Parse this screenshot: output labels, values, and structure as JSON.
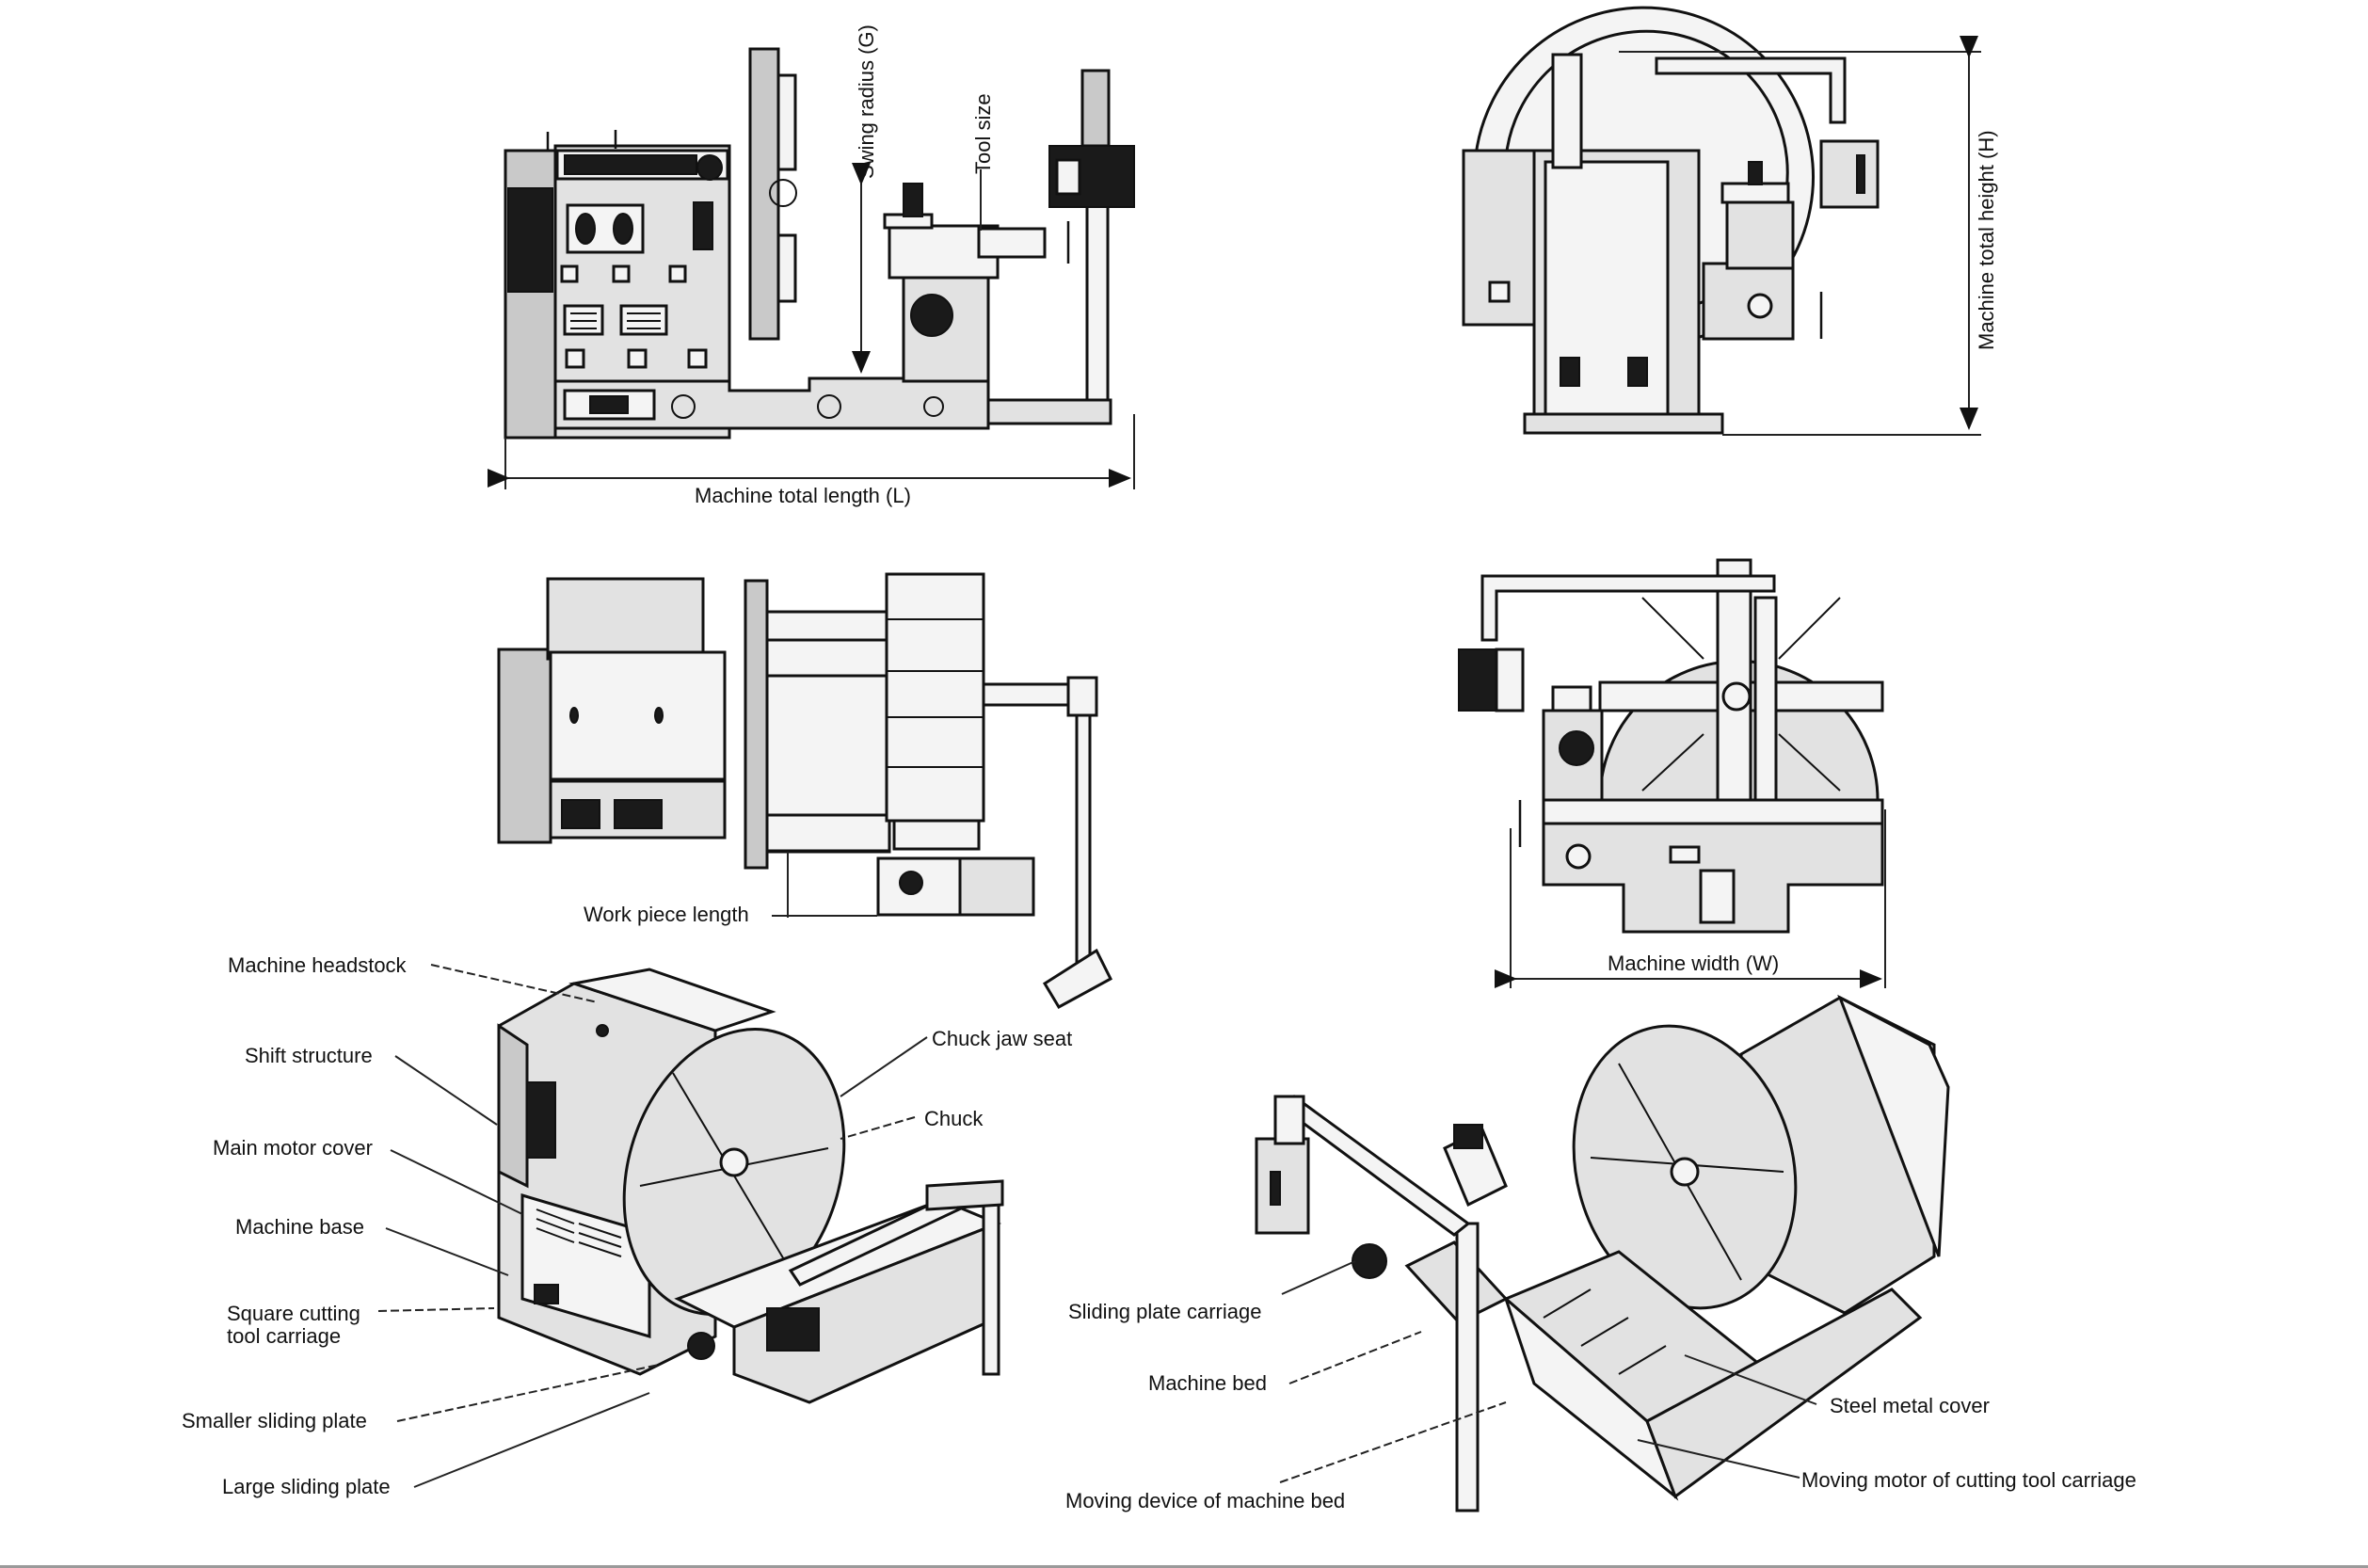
{
  "figure": {
    "title": "Floor-type lathe dimensional and component diagram",
    "views": {
      "front_view": {
        "dimension_labels": {
          "swing_radius": "Swing radius (G)",
          "tool_size": "Tool size",
          "total_length": "Machine total length (L)"
        }
      },
      "side_view": {
        "dimension_labels": {
          "total_height": "Machine total height (H)"
        }
      },
      "top_view": {
        "dimension_labels": {
          "work_piece_length": "Work piece length"
        }
      },
      "end_view": {
        "dimension_labels": {
          "machine_width": "Machine width (W)"
        }
      },
      "iso_left": {
        "callouts": [
          "Machine headstock",
          "Shift structure",
          "Main motor cover",
          "Machine base",
          "Square cutting\ntool carriage",
          "Smaller sliding plate",
          "Large sliding plate",
          "Chuck jaw seat",
          "Chuck"
        ]
      },
      "iso_right": {
        "callouts": [
          "Sliding plate carriage",
          "Machine bed",
          "Moving device of machine bed",
          "Steel metal cover",
          "Moving motor of cutting tool carriage"
        ]
      }
    }
  }
}
